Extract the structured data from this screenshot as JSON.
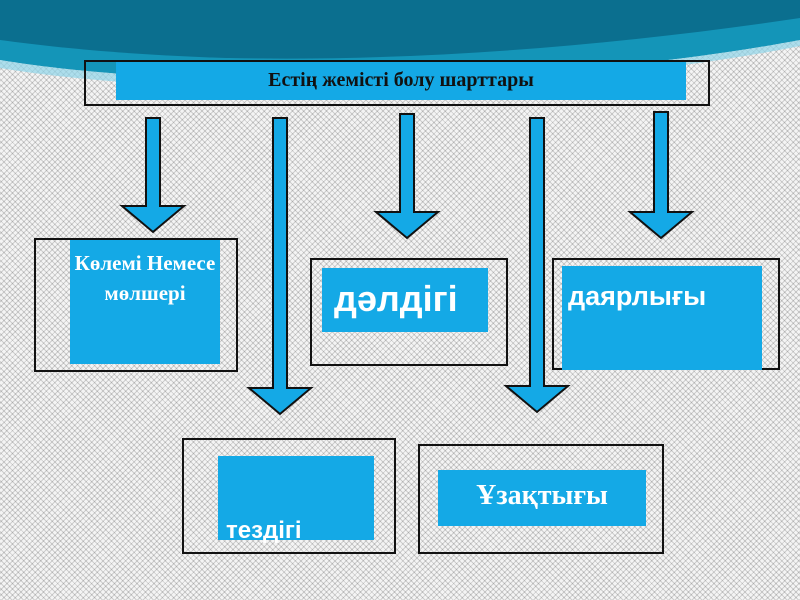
{
  "diagram": {
    "title": "Естің жемісті болу шарттары",
    "nodes": {
      "volume": "Көлемі Немесе мөлшері",
      "accuracy": "дәлдігі",
      "readiness": "даярлығы",
      "speed": "тездігі",
      "duration": "Ұзақтығы"
    }
  },
  "colors": {
    "box_fill": "#14a9e6",
    "arrow_fill": "#14a9e6",
    "outline": "#111111"
  },
  "icons": {
    "arrow": "down-arrow-icon"
  }
}
